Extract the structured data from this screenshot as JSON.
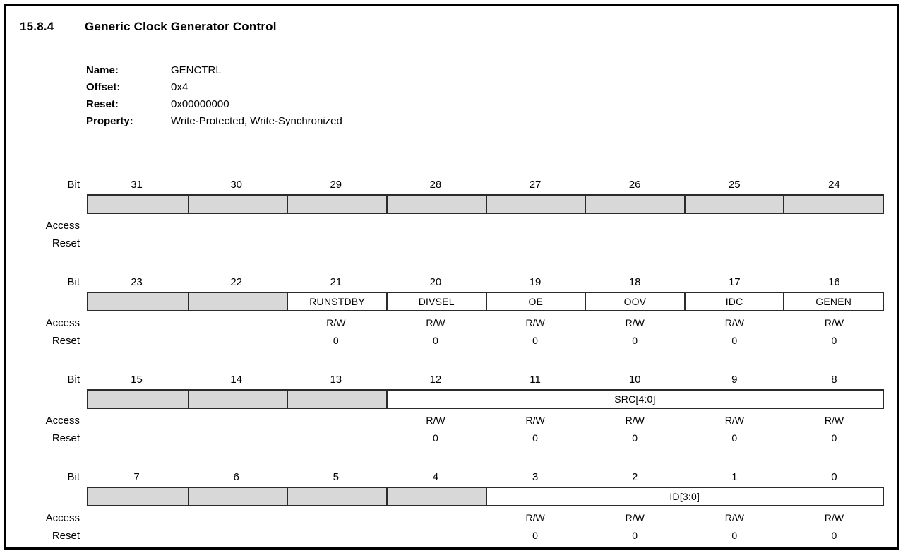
{
  "page": {
    "section_number": "15.8.4",
    "section_title": "Generic Clock Generator Control",
    "meta": [
      {
        "label": "Name:",
        "value": "GENCTRL"
      },
      {
        "label": "Offset:",
        "value": "0x4"
      },
      {
        "label": "Reset:",
        "value": "0x00000000"
      },
      {
        "label": "Property:",
        "value": "Write-Protected, Write-Synchronized"
      }
    ],
    "row_labels": {
      "bit": "Bit",
      "access": "Access",
      "reset": "Reset"
    }
  },
  "register": {
    "name": "GENCTRL",
    "groups": [
      {
        "bits": [
          "31",
          "30",
          "29",
          "28",
          "27",
          "26",
          "25",
          "24"
        ],
        "cells": [
          {
            "label": "",
            "span": 1,
            "reserved": true
          },
          {
            "label": "",
            "span": 1,
            "reserved": true
          },
          {
            "label": "",
            "span": 1,
            "reserved": true
          },
          {
            "label": "",
            "span": 1,
            "reserved": true
          },
          {
            "label": "",
            "span": 1,
            "reserved": true
          },
          {
            "label": "",
            "span": 1,
            "reserved": true
          },
          {
            "label": "",
            "span": 1,
            "reserved": true
          },
          {
            "label": "",
            "span": 1,
            "reserved": true
          }
        ],
        "access": [
          "",
          "",
          "",
          "",
          "",
          "",
          "",
          ""
        ],
        "reset": [
          "",
          "",
          "",
          "",
          "",
          "",
          "",
          ""
        ]
      },
      {
        "bits": [
          "23",
          "22",
          "21",
          "20",
          "19",
          "18",
          "17",
          "16"
        ],
        "cells": [
          {
            "label": "",
            "span": 1,
            "reserved": true
          },
          {
            "label": "",
            "span": 1,
            "reserved": true
          },
          {
            "label": "RUNSTDBY",
            "span": 1,
            "reserved": false
          },
          {
            "label": "DIVSEL",
            "span": 1,
            "reserved": false
          },
          {
            "label": "OE",
            "span": 1,
            "reserved": false
          },
          {
            "label": "OOV",
            "span": 1,
            "reserved": false
          },
          {
            "label": "IDC",
            "span": 1,
            "reserved": false
          },
          {
            "label": "GENEN",
            "span": 1,
            "reserved": false
          }
        ],
        "access": [
          "",
          "",
          "R/W",
          "R/W",
          "R/W",
          "R/W",
          "R/W",
          "R/W"
        ],
        "reset": [
          "",
          "",
          "0",
          "0",
          "0",
          "0",
          "0",
          "0"
        ]
      },
      {
        "bits": [
          "15",
          "14",
          "13",
          "12",
          "11",
          "10",
          "9",
          "8"
        ],
        "cells": [
          {
            "label": "",
            "span": 1,
            "reserved": true
          },
          {
            "label": "",
            "span": 1,
            "reserved": true
          },
          {
            "label": "",
            "span": 1,
            "reserved": true
          },
          {
            "label": "SRC[4:0]",
            "span": 5,
            "reserved": false
          }
        ],
        "access": [
          "",
          "",
          "",
          "R/W",
          "R/W",
          "R/W",
          "R/W",
          "R/W"
        ],
        "reset": [
          "",
          "",
          "",
          "0",
          "0",
          "0",
          "0",
          "0"
        ]
      },
      {
        "bits": [
          "7",
          "6",
          "5",
          "4",
          "3",
          "2",
          "1",
          "0"
        ],
        "cells": [
          {
            "label": "",
            "span": 1,
            "reserved": true
          },
          {
            "label": "",
            "span": 1,
            "reserved": true
          },
          {
            "label": "",
            "span": 1,
            "reserved": true
          },
          {
            "label": "",
            "span": 1,
            "reserved": true
          },
          {
            "label": "ID[3:0]",
            "span": 4,
            "reserved": false
          }
        ],
        "access": [
          "",
          "",
          "",
          "",
          "R/W",
          "R/W",
          "R/W",
          "R/W"
        ],
        "reset": [
          "",
          "",
          "",
          "",
          "0",
          "0",
          "0",
          "0"
        ]
      }
    ]
  },
  "colors": {
    "reserved_fill": "#d8d8d8",
    "cell_border": "#2b2b2b",
    "frame_border": "#000000",
    "text": "#000000"
  }
}
